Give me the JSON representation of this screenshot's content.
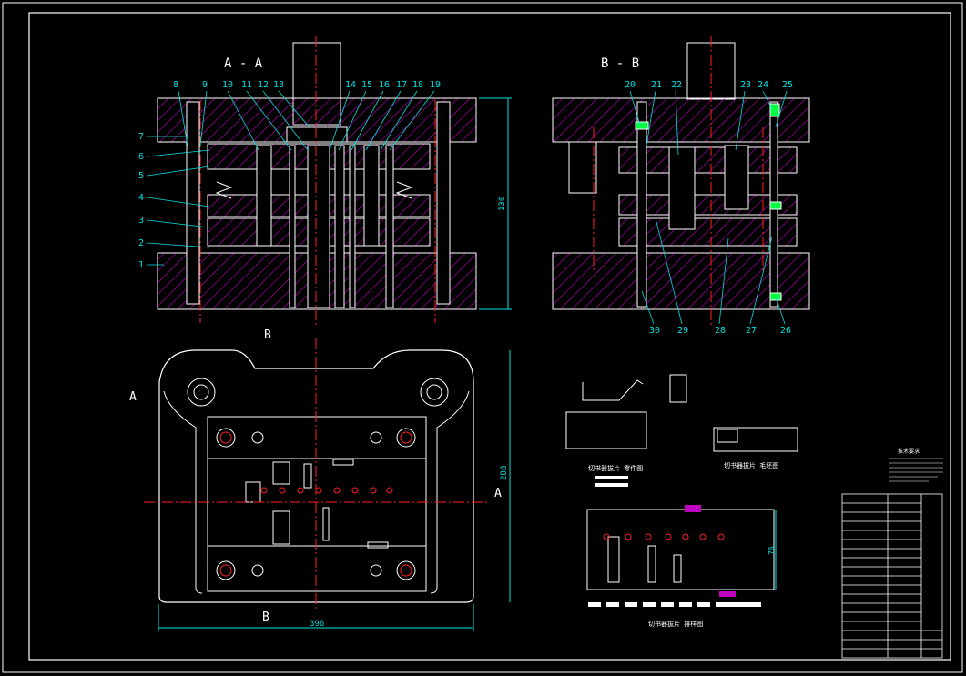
{
  "section_aa": {
    "title": "A - A",
    "labels_left": [
      "7",
      "6",
      "5",
      "4",
      "3",
      "2",
      "1"
    ],
    "labels_top": [
      "8",
      "9",
      "10",
      "11",
      "12",
      "13",
      "14",
      "15",
      "16",
      "17",
      "18",
      "19"
    ],
    "height_dim": "130"
  },
  "section_bb": {
    "title": "B - B",
    "labels_top": [
      "20",
      "21",
      "22",
      "23",
      "24",
      "25"
    ],
    "labels_bottom": [
      "30",
      "29",
      "28",
      "27",
      "26"
    ]
  },
  "plan": {
    "mark_b": "B",
    "mark_a": "A",
    "width_dim": "396",
    "height_dim": "288"
  },
  "caption_part": "切书器拔片  零件图",
  "caption_blank": "切书器拔片  毛坯图",
  "caption_layout": "切书器拔片  排样图",
  "layout_dim": "76",
  "notes_title": "技术要求",
  "colors": {
    "background": "#000000",
    "outline": "#ffffff",
    "hatch": "#c000c0",
    "center": "#ff2020",
    "label": "#00e0e0",
    "dim": "#00e0e0",
    "highlight": "#00ff40"
  }
}
